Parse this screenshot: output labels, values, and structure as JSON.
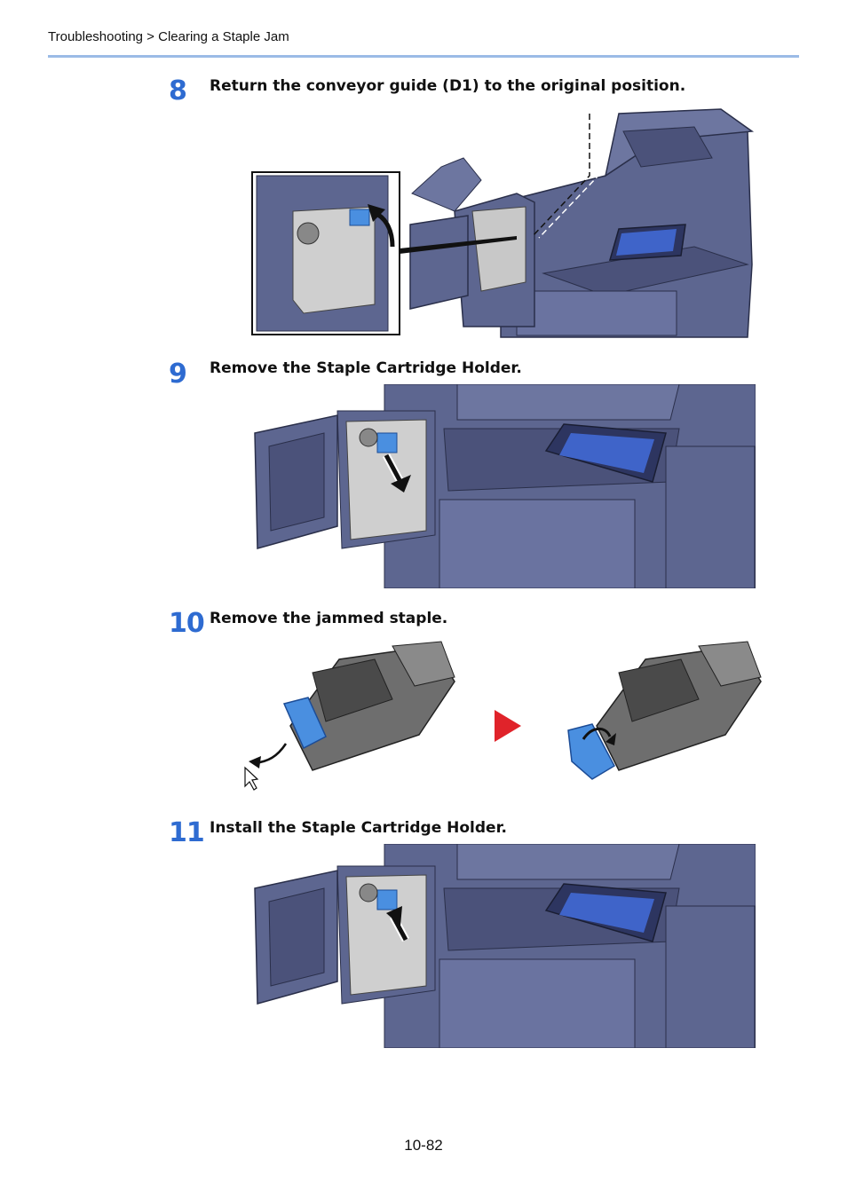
{
  "header": {
    "breadcrumb": "Troubleshooting > Clearing a Staple Jam"
  },
  "steps": [
    {
      "number": "8",
      "text": "Return the conveyor guide (D1) to the original position."
    },
    {
      "number": "9",
      "text": "Remove the Staple Cartridge Holder."
    },
    {
      "number": "10",
      "text": "Remove the jammed staple."
    },
    {
      "number": "11",
      "text": "Install the Staple Cartridge Holder."
    }
  ],
  "footer": {
    "page_number": "10-82"
  },
  "colors": {
    "accent_blue": "#2e6bd1",
    "rule": "#9bbbe6",
    "machine": "#5d6690",
    "highlight": "#4a8fe0",
    "arrow_red": "#e0232a"
  }
}
